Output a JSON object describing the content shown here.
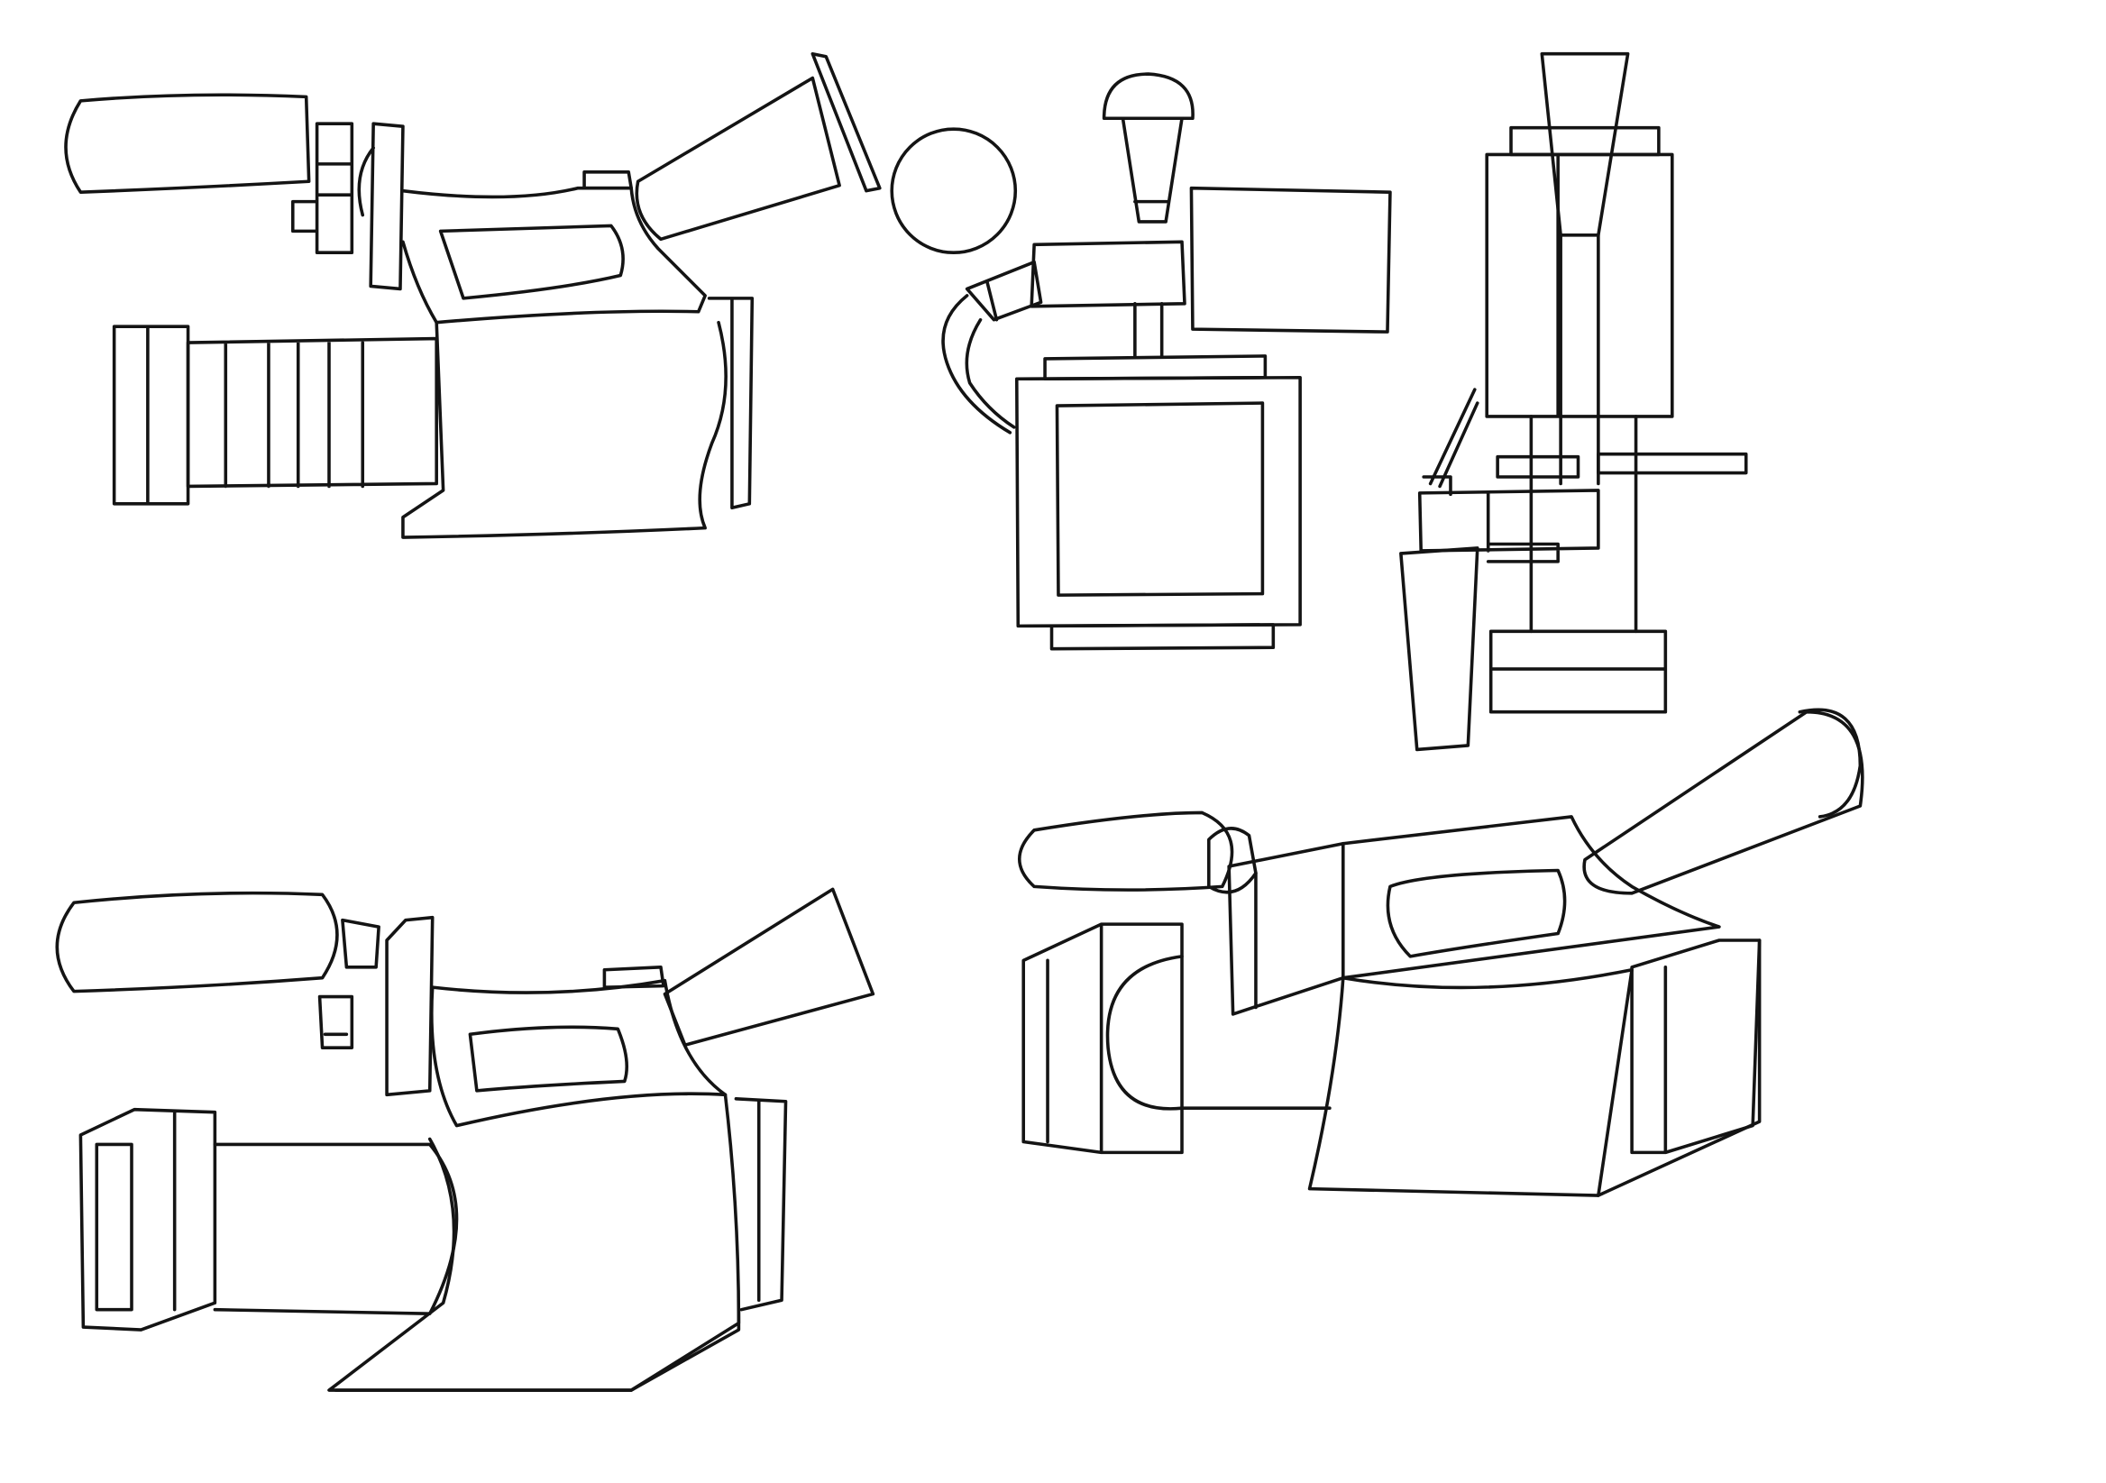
{
  "canvas": {
    "background": "#ffffff",
    "ink": "#141414"
  },
  "sketches": [
    {
      "id": "camcorder-side-view"
    },
    {
      "id": "camcorder-rear-view"
    },
    {
      "id": "camcorder-top-view"
    },
    {
      "id": "camcorder-side-perspective"
    },
    {
      "id": "camcorder-three-quarter-perspective"
    }
  ]
}
